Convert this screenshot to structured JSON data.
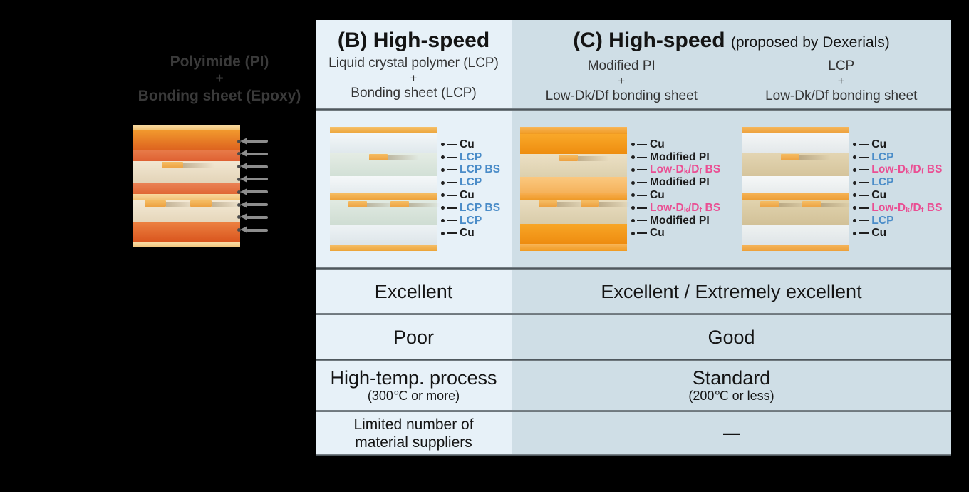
{
  "left_panel": {
    "title_line1": "Polyimide (PI)",
    "title_plus": "+",
    "title_line2": "Bonding sheet (Epoxy)",
    "title_color": "#3a3a3a"
  },
  "table": {
    "header_b": {
      "title": "(B) High-speed",
      "sub1": "Liquid crystal polymer (LCP)",
      "plus": "+",
      "sub2": "Bonding sheet (LCP)"
    },
    "header_c": {
      "title": "(C) High-speed",
      "note": "(proposed by Dexerials)",
      "col1": {
        "sub1": "Modified PI",
        "plus": "+",
        "sub2": "Low-Dk/Df bonding sheet"
      },
      "col2": {
        "sub1": "LCP",
        "plus": "+",
        "sub2": "Low-Dk/Df bonding sheet"
      }
    },
    "rows": {
      "r1": {
        "b": "Excellent",
        "c": "Excellent / Extremely excellent"
      },
      "r2": {
        "b": "Poor",
        "c": "Good"
      },
      "r3": {
        "b_main": "High-temp. process",
        "b_sub": "(300℃ or more)",
        "c_main": "Standard",
        "c_sub": "(200℃ or less)"
      },
      "r4": {
        "b_line1": "Limited number of",
        "b_line2": "material suppliers",
        "c": "—"
      }
    }
  },
  "diagrams": {
    "label_colors": {
      "black": "#1c1c1c",
      "blue": "#4a8cc8",
      "pink": "#ea4f93"
    },
    "trace_color": "#f2ad50",
    "stack_a": {
      "arrows": 8,
      "layers": [
        {
          "h": 7,
          "c1": "#f9dca6",
          "c2": "#f2c377"
        },
        {
          "h": 28,
          "c1": "#f29a2e",
          "c2": "#de641f"
        },
        {
          "h": 16,
          "c1": "#e87c4a",
          "c2": "#df6132"
        },
        {
          "h": 30,
          "c1": "#f2e7d2",
          "c2": "#e3d4b8",
          "traces": [
            [
              40,
              30
            ]
          ]
        },
        {
          "h": 16,
          "c1": "#ea8356",
          "c2": "#e06734"
        },
        {
          "h": 8,
          "c1": "#f9d9a0",
          "c2": "#f2c276"
        },
        {
          "h": 32,
          "c1": "#f4ead6",
          "c2": "#e5d6ba",
          "traces": [
            [
              16,
              30
            ],
            [
              80,
              30
            ]
          ]
        },
        {
          "h": 28,
          "c1": "#ec8040",
          "c2": "#d9541d"
        },
        {
          "h": 7,
          "c1": "#f9dca6",
          "c2": "#f2c377"
        }
      ]
    },
    "stack_b": {
      "layers": [
        {
          "h": 9,
          "c1": "#f6c06a",
          "c2": "#eca439"
        },
        {
          "h": 28,
          "c1": "#f3f7f8",
          "c2": "#dfe8ec"
        },
        {
          "h": 32,
          "c1": "#e4ece4",
          "c2": "#d2e0d6",
          "traces": [
            [
              55,
              26
            ]
          ]
        },
        {
          "h": 24,
          "c1": "#f5f8f9",
          "c2": "#e4ebee"
        },
        {
          "h": 10,
          "c1": "#f6bc62",
          "c2": "#ec9f36"
        },
        {
          "h": 34,
          "c1": "#e1eae2",
          "c2": "#cfddd3",
          "traces": [
            [
              26,
              26
            ],
            [
              85,
              26
            ]
          ]
        },
        {
          "h": 28,
          "c1": "#eef3f5",
          "c2": "#dde5e9"
        },
        {
          "h": 9,
          "c1": "#f6c06a",
          "c2": "#eca439"
        }
      ],
      "labels": [
        {
          "text": "Cu",
          "color": "black"
        },
        {
          "text": "LCP",
          "color": "blue"
        },
        {
          "text": "LCP BS",
          "color": "blue"
        },
        {
          "text": "LCP",
          "color": "blue"
        },
        {
          "text": "Cu",
          "color": "black"
        },
        {
          "text": "LCP BS",
          "color": "blue"
        },
        {
          "text": "LCP",
          "color": "blue"
        },
        {
          "text": "Cu",
          "color": "black"
        }
      ]
    },
    "stack_c1": {
      "layers": [
        {
          "h": 10,
          "c1": "#f8b558",
          "c2": "#f09a22"
        },
        {
          "h": 28,
          "c1": "#f9a829",
          "c2": "#ee8d0f"
        },
        {
          "h": 32,
          "c1": "#ece0c4",
          "c2": "#dcd0ae",
          "traces": [
            [
              55,
              26
            ]
          ]
        },
        {
          "h": 22,
          "c1": "#fbc87f",
          "c2": "#f5b35c"
        },
        {
          "h": 10,
          "c1": "#f8b054",
          "c2": "#ef9a28"
        },
        {
          "h": 34,
          "c1": "#e9ddc0",
          "c2": "#d9ccaa",
          "traces": [
            [
              26,
              26
            ],
            [
              85,
              26
            ]
          ]
        },
        {
          "h": 28,
          "c1": "#f8a626",
          "c2": "#ee8c10"
        },
        {
          "h": 10,
          "c1": "#f8b558",
          "c2": "#f09a22"
        }
      ],
      "labels": [
        {
          "text": "Cu",
          "color": "black"
        },
        {
          "text": "Modified PI",
          "color": "black"
        },
        {
          "text": "Low-Dk/Df BS",
          "color": "pink"
        },
        {
          "text": "Modified PI",
          "color": "black"
        },
        {
          "text": "Cu",
          "color": "black"
        },
        {
          "text": "Low-Dk/Df BS",
          "color": "pink"
        },
        {
          "text": "Modified PI",
          "color": "black"
        },
        {
          "text": "Cu",
          "color": "black"
        }
      ]
    },
    "stack_c2": {
      "layers": [
        {
          "h": 9,
          "c1": "#f6b65c",
          "c2": "#eda03a"
        },
        {
          "h": 28,
          "c1": "#f4f6f6",
          "c2": "#e3e8ea"
        },
        {
          "h": 32,
          "c1": "#e3d5b2",
          "c2": "#d5c49c",
          "traces": [
            [
              55,
              26
            ]
          ]
        },
        {
          "h": 24,
          "c1": "#f6f8f8",
          "c2": "#e7ebec"
        },
        {
          "h": 10,
          "c1": "#f6b254",
          "c2": "#ec9c33"
        },
        {
          "h": 34,
          "c1": "#e1d3ae",
          "c2": "#d2c198",
          "traces": [
            [
              26,
              26
            ],
            [
              85,
              26
            ]
          ]
        },
        {
          "h": 28,
          "c1": "#eff2f2",
          "c2": "#dfe5e7"
        },
        {
          "h": 9,
          "c1": "#f6b65c",
          "c2": "#eda03a"
        }
      ],
      "labels": [
        {
          "text": "Cu",
          "color": "black"
        },
        {
          "text": "LCP",
          "color": "blue"
        },
        {
          "text": "Low-Dk/Df BS",
          "color": "pink"
        },
        {
          "text": "LCP",
          "color": "blue"
        },
        {
          "text": "Cu",
          "color": "black"
        },
        {
          "text": "Low-Dk/Df BS",
          "color": "pink"
        },
        {
          "text": "LCP",
          "color": "blue"
        },
        {
          "text": "Cu",
          "color": "black"
        }
      ]
    }
  },
  "colors": {
    "page_bg": "#000000",
    "col_b_bg": "#e7f1f8",
    "col_c_bg": "#cfdee6",
    "separator": "#4f585e",
    "arrow_gray": "#8d8d8d"
  }
}
